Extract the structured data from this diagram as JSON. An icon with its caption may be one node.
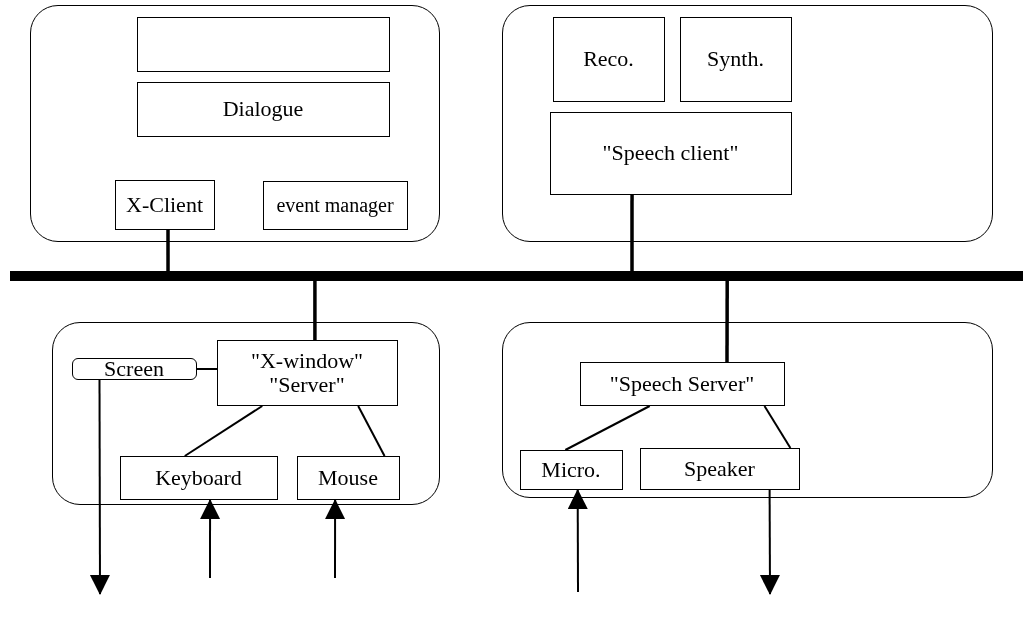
{
  "diagram": {
    "nodes": [
      {
        "text": [],
        "shape": "box"
      },
      {
        "text": [],
        "shape": "box",
        "in": 0
      },
      {
        "text": [
          "Dialogue"
        ],
        "in": 0
      },
      {
        "text": [
          "X-Client"
        ],
        "in": 0
      },
      {
        "text": [
          "event manager"
        ],
        "in": 0
      },
      {
        "text": [],
        "shape": "box"
      },
      {
        "text": [
          "Reco."
        ],
        "in": 5
      },
      {
        "text": [
          "Synth."
        ],
        "in": 5
      },
      {
        "text": [
          "\"Speech client\""
        ],
        "in": 5
      },
      {
        "text": [],
        "shape": "bar"
      },
      {
        "text": [],
        "shape": "box"
      },
      {
        "text": [
          "Screen"
        ],
        "in": 10
      },
      {
        "text": [
          "\"X-window\" \"Server\""
        ],
        "in": 10
      },
      {
        "text": [
          "Keyboard"
        ],
        "in": 10
      },
      {
        "text": [
          "Mouse"
        ],
        "in": 10
      },
      {
        "text": [],
        "shape": "box"
      },
      {
        "text": [
          "\"Speech Server\""
        ],
        "in": 15
      },
      {
        "text": [
          "Micro."
        ],
        "in": 15
      },
      {
        "text": [
          "Speaker"
        ],
        "in": 15
      }
    ],
    "edges": [
      {
        "from": 3,
        "to": 9,
        "arrow": "none"
      },
      {
        "from": 8,
        "to": 9,
        "arrow": "none"
      },
      {
        "from": 9,
        "to": 12,
        "arrow": "none"
      },
      {
        "from": 9,
        "to": 16,
        "arrow": "none"
      },
      {
        "from": 11,
        "to": 12,
        "arrow": "none"
      },
      {
        "from": 12,
        "to": 13,
        "arrow": "none"
      },
      {
        "from": 12,
        "to": 14,
        "arrow": "none"
      },
      {
        "from": 16,
        "to": 17,
        "arrow": "none"
      },
      {
        "from": 16,
        "to": 18,
        "arrow": "none"
      },
      {
        "from": 11,
        "to": null,
        "arrow": "to"
      },
      {
        "from": null,
        "to": 13,
        "arrow": "to"
      },
      {
        "from": null,
        "to": 14,
        "arrow": "to"
      },
      {
        "from": null,
        "to": 17,
        "arrow": "to"
      },
      {
        "from": 18,
        "to": null,
        "arrow": "to"
      }
    ]
  }
}
